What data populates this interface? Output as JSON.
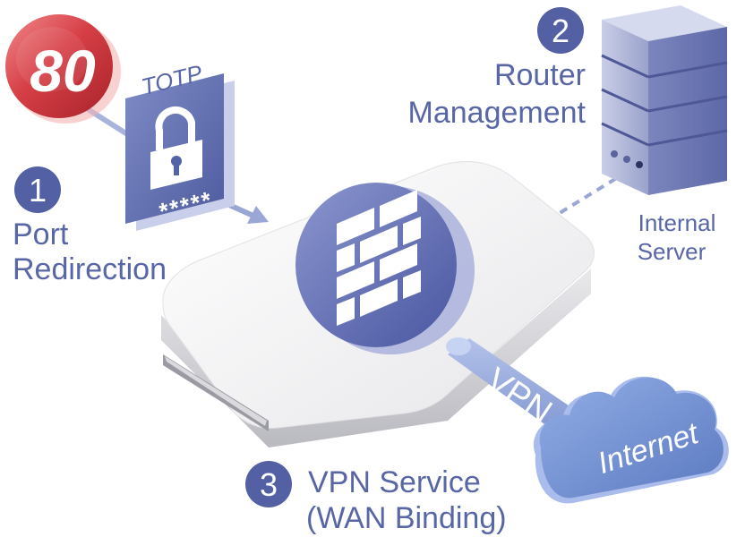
{
  "colors": {
    "label_blue": "#5866a6",
    "number_circle": "#5360a4",
    "badge_red": "#d23c43",
    "shield_blue": "#6b77b8",
    "cloud_blue": "#6f8fd0",
    "server_blue": "#a7aed2",
    "router_white": "#f3f3f4"
  },
  "icons": {
    "port_badge": "port-80-badge",
    "totp": "padlock-icon",
    "firewall": "brick-wall-icon",
    "server": "server-tower-icon",
    "cloud": "cloud-icon",
    "router": "router-device"
  },
  "port_badge": {
    "number": "80"
  },
  "totp": {
    "label": "TOTP",
    "mask": "*****"
  },
  "step1": {
    "number": "1",
    "line1": "Port",
    "line2": "Redirection"
  },
  "step2": {
    "number": "2",
    "line1": "Router",
    "line2": "Management"
  },
  "step3": {
    "number": "3",
    "line1": "VPN Service",
    "line2": "(WAN Binding)"
  },
  "server": {
    "line1": "Internal",
    "line2": "Server"
  },
  "vpn": {
    "label": "VPN"
  },
  "cloud": {
    "label": "Internet"
  }
}
